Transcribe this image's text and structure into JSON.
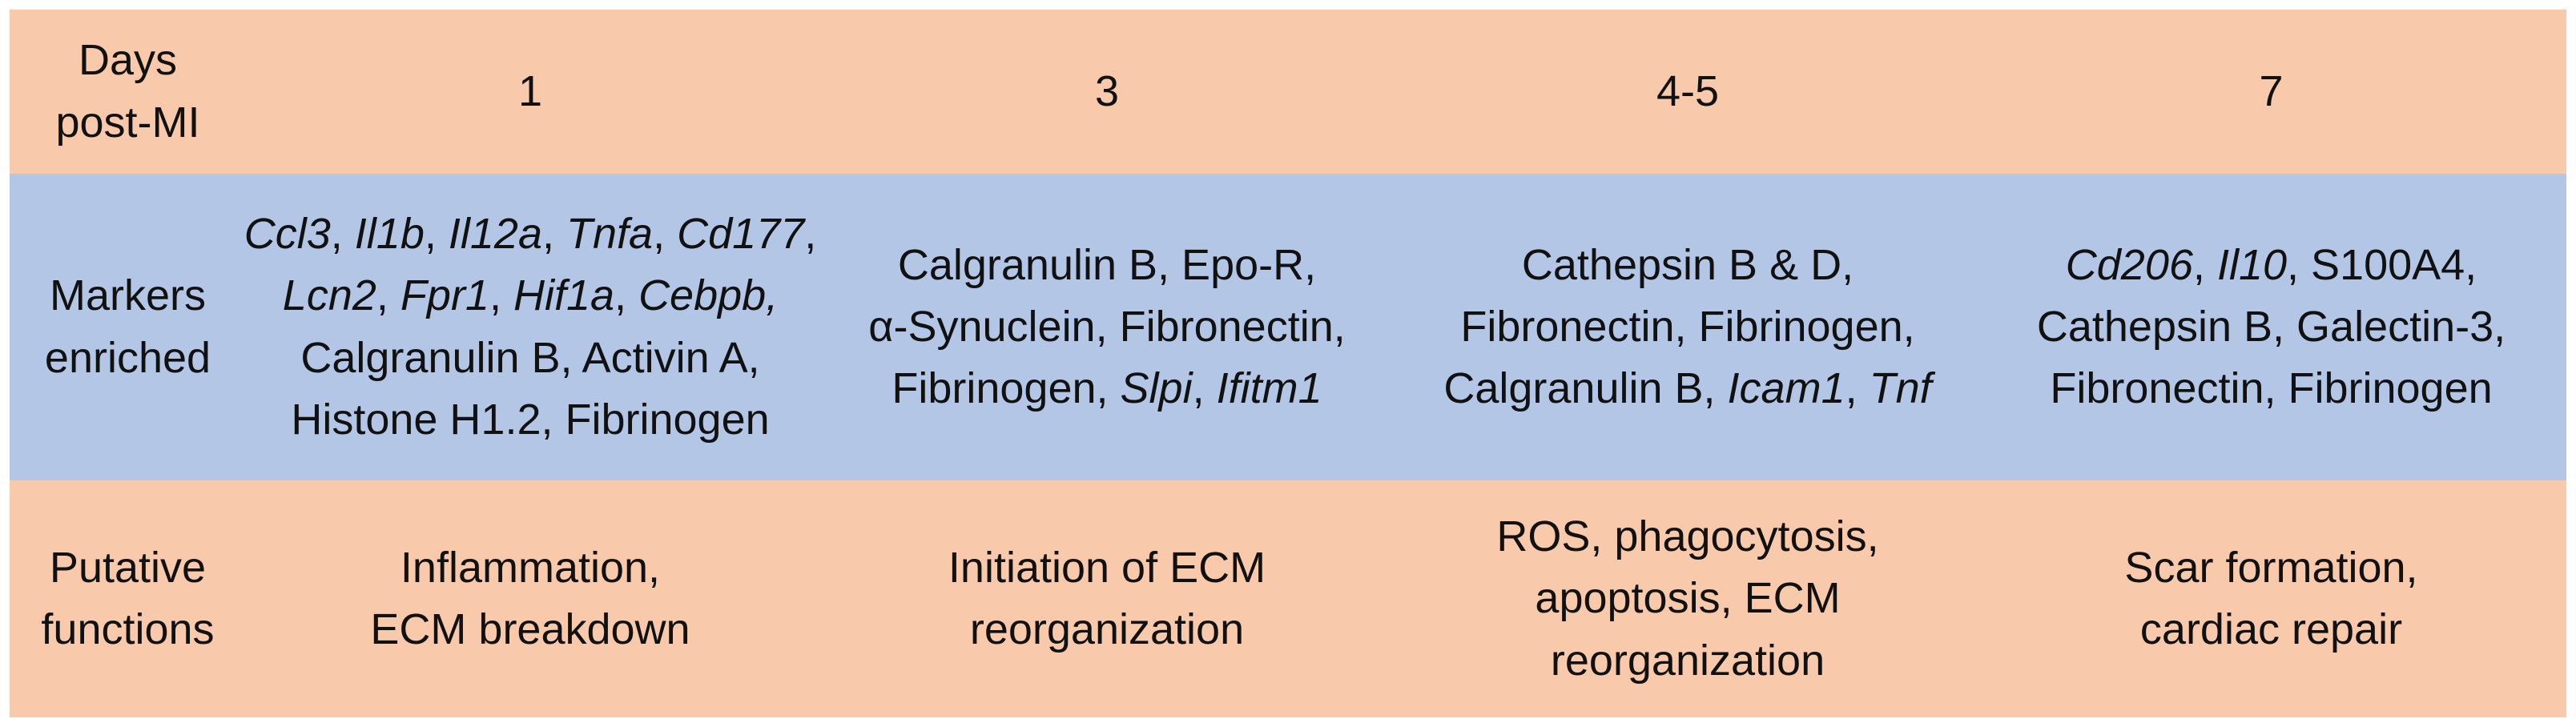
{
  "table": {
    "row_headers": {
      "days": [
        "Days",
        "post-MI"
      ],
      "markers": [
        "Markers",
        "enriched"
      ],
      "functions": [
        "Putative",
        "functions"
      ]
    },
    "days": [
      "1",
      "3",
      "4-5",
      "7"
    ],
    "markers": [
      [
        [
          {
            "t": "Ccl3",
            "i": true
          },
          {
            "t": ", ",
            "i": false
          },
          {
            "t": "Il1b",
            "i": true
          },
          {
            "t": ", ",
            "i": false
          },
          {
            "t": "Il12a",
            "i": true
          },
          {
            "t": ", ",
            "i": false
          },
          {
            "t": "Tnfa",
            "i": true
          },
          {
            "t": ", ",
            "i": false
          },
          {
            "t": "Cd177",
            "i": true
          },
          {
            "t": ",",
            "i": false
          }
        ],
        [
          {
            "t": "Lcn2",
            "i": true
          },
          {
            "t": ", ",
            "i": false
          },
          {
            "t": "Fpr1",
            "i": true
          },
          {
            "t": ", ",
            "i": false
          },
          {
            "t": "Hif1a",
            "i": true
          },
          {
            "t": ", ",
            "i": false
          },
          {
            "t": "Cebpb,",
            "i": true
          }
        ],
        [
          {
            "t": "Calgranulin B, Activin A,",
            "i": false
          }
        ],
        [
          {
            "t": "Histone H1.2, Fibrinogen",
            "i": false
          }
        ]
      ],
      [
        [
          {
            "t": "Calgranulin B, Epo-R,",
            "i": false
          }
        ],
        [
          {
            "t": "α-Synuclein, Fibronectin,",
            "i": false
          }
        ],
        [
          {
            "t": "Fibrinogen, ",
            "i": false
          },
          {
            "t": "Slpi",
            "i": true
          },
          {
            "t": ", ",
            "i": false
          },
          {
            "t": "Ifitm1",
            "i": true
          }
        ]
      ],
      [
        [
          {
            "t": "Cathepsin B & D,",
            "i": false
          }
        ],
        [
          {
            "t": "Fibronectin, Fibrinogen,",
            "i": false
          }
        ],
        [
          {
            "t": "Calgranulin B, ",
            "i": false
          },
          {
            "t": "Icam1",
            "i": true
          },
          {
            "t": ", ",
            "i": false
          },
          {
            "t": "Tnf",
            "i": true
          }
        ]
      ],
      [
        [
          {
            "t": "Cd206",
            "i": true
          },
          {
            "t": ", ",
            "i": false
          },
          {
            "t": "Il10",
            "i": true
          },
          {
            "t": ", S100A4,",
            "i": false
          }
        ],
        [
          {
            "t": "Cathepsin B, Galectin-3,",
            "i": false
          }
        ],
        [
          {
            "t": "Fibronectin, Fibrinogen",
            "i": false
          }
        ]
      ]
    ],
    "functions": [
      [
        "Inflammation,",
        "ECM breakdown"
      ],
      [
        "Initiation of ECM",
        "reorganization"
      ],
      [
        "ROS, phagocytosis,",
        "apoptosis, ECM",
        "reorganization"
      ],
      [
        "Scar formation,",
        "cardiac repair"
      ]
    ],
    "colors": {
      "days_row": "#f8c9ab",
      "markers_row": "#b3c6e6",
      "functions_row": "#f8c9ab"
    }
  }
}
